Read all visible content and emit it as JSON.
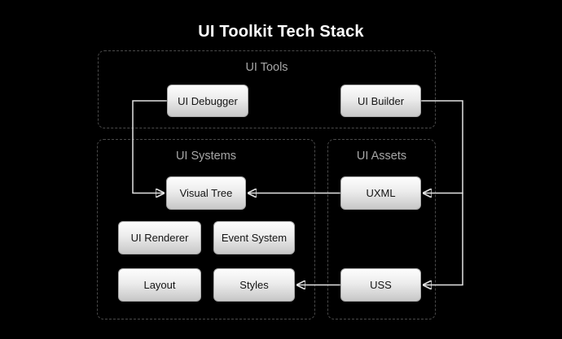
{
  "title": "UI Toolkit Tech Stack",
  "colors": {
    "background": "#000000",
    "container_border": "#4b4b4b",
    "container_label": "#a6a6a6",
    "node_gradient_top": "#fdfdfd",
    "node_gradient_bottom": "#c7c7c7",
    "node_text": "#141414",
    "edge_line": "#e2e2e2",
    "title_text": "#ffffff"
  },
  "groups": {
    "ui_tools": {
      "label": "UI Tools"
    },
    "ui_systems": {
      "label": "UI Systems"
    },
    "ui_assets": {
      "label": "UI Assets"
    }
  },
  "nodes": {
    "ui_debugger": {
      "label": "UI Debugger",
      "group": "UI Tools"
    },
    "ui_builder": {
      "label": "UI Builder",
      "group": "UI Tools"
    },
    "visual_tree": {
      "label": "Visual Tree",
      "group": "UI Systems"
    },
    "ui_renderer": {
      "label": "UI Renderer",
      "group": "UI Systems"
    },
    "event_system": {
      "label": "Event System",
      "group": "UI Systems"
    },
    "layout": {
      "label": "Layout",
      "group": "UI Systems"
    },
    "styles": {
      "label": "Styles",
      "group": "UI Systems"
    },
    "uxml": {
      "label": "UXML",
      "group": "UI Assets"
    },
    "uss": {
      "label": "USS",
      "group": "UI Assets"
    }
  },
  "edges": [
    {
      "from": "UI Debugger",
      "to": "Visual Tree"
    },
    {
      "from": "UXML",
      "to": "Visual Tree"
    },
    {
      "from": "UI Builder",
      "to": "UXML"
    },
    {
      "from": "UI Builder",
      "to": "USS"
    },
    {
      "from": "USS",
      "to": "Styles"
    }
  ]
}
